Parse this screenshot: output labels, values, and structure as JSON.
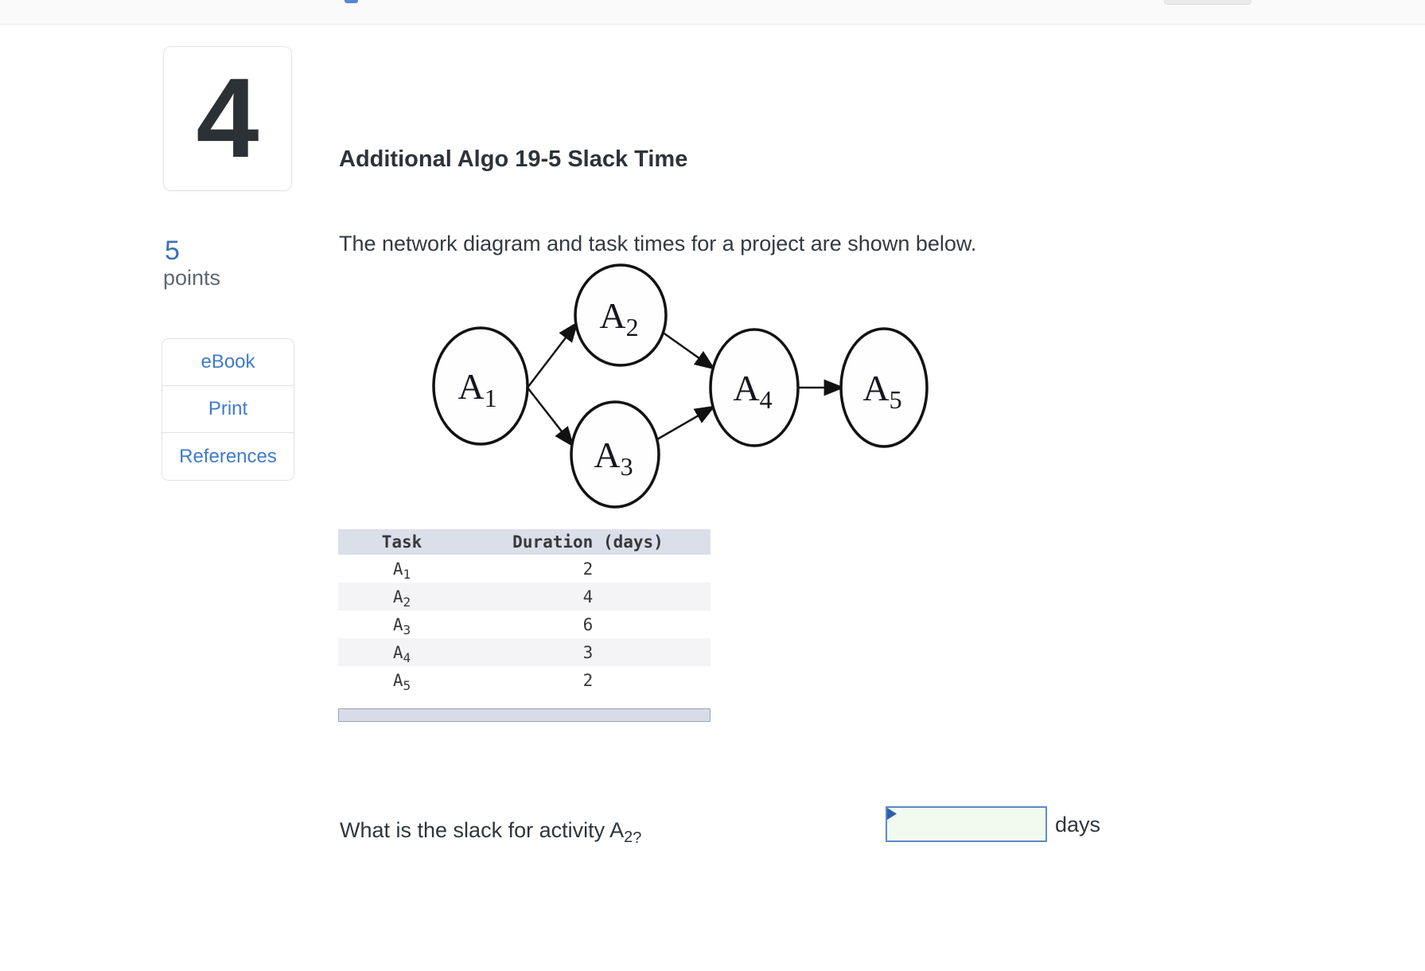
{
  "colors": {
    "link_blue": "#3f7cca",
    "points_blue": "#3c70b8",
    "table_header_bg": "#dbdfe9",
    "table_alt_row_bg": "#f4f4f6",
    "answer_box_bg": "#f2f9ef",
    "answer_box_border": "#5a8cc8",
    "answer_flag_blue": "#2d5fa7",
    "topbar_bg": "#fafafa"
  },
  "question": {
    "number": "4",
    "points_value": "5",
    "points_label": "points"
  },
  "sidebar": {
    "buttons": [
      {
        "label": "eBook"
      },
      {
        "label": "Print"
      },
      {
        "label": "References"
      }
    ]
  },
  "content": {
    "title": "Additional Algo 19-5 Slack Time",
    "intro": "The network diagram and task times for a project are shown below.",
    "diagram": {
      "nodes": [
        {
          "id": "A1",
          "base": "A",
          "sub": "1"
        },
        {
          "id": "A2",
          "base": "A",
          "sub": "2"
        },
        {
          "id": "A3",
          "base": "A",
          "sub": "3"
        },
        {
          "id": "A4",
          "base": "A",
          "sub": "4"
        },
        {
          "id": "A5",
          "base": "A",
          "sub": "5"
        }
      ],
      "edges": [
        "A1-A2",
        "A1-A3",
        "A2-A4",
        "A3-A4",
        "A4-A5"
      ]
    },
    "table": {
      "headers": [
        "Task",
        "Duration (days)"
      ],
      "rows": [
        {
          "task_base": "A",
          "task_sub": "1",
          "duration": "2"
        },
        {
          "task_base": "A",
          "task_sub": "2",
          "duration": "4"
        },
        {
          "task_base": "A",
          "task_sub": "3",
          "duration": "6"
        },
        {
          "task_base": "A",
          "task_sub": "4",
          "duration": "3"
        },
        {
          "task_base": "A",
          "task_sub": "5",
          "duration": "2"
        }
      ]
    },
    "prompt": {
      "text": "What is the slack for activity A",
      "sub": "2",
      "suffix": "?",
      "answer_value": "",
      "unit": "days"
    }
  }
}
